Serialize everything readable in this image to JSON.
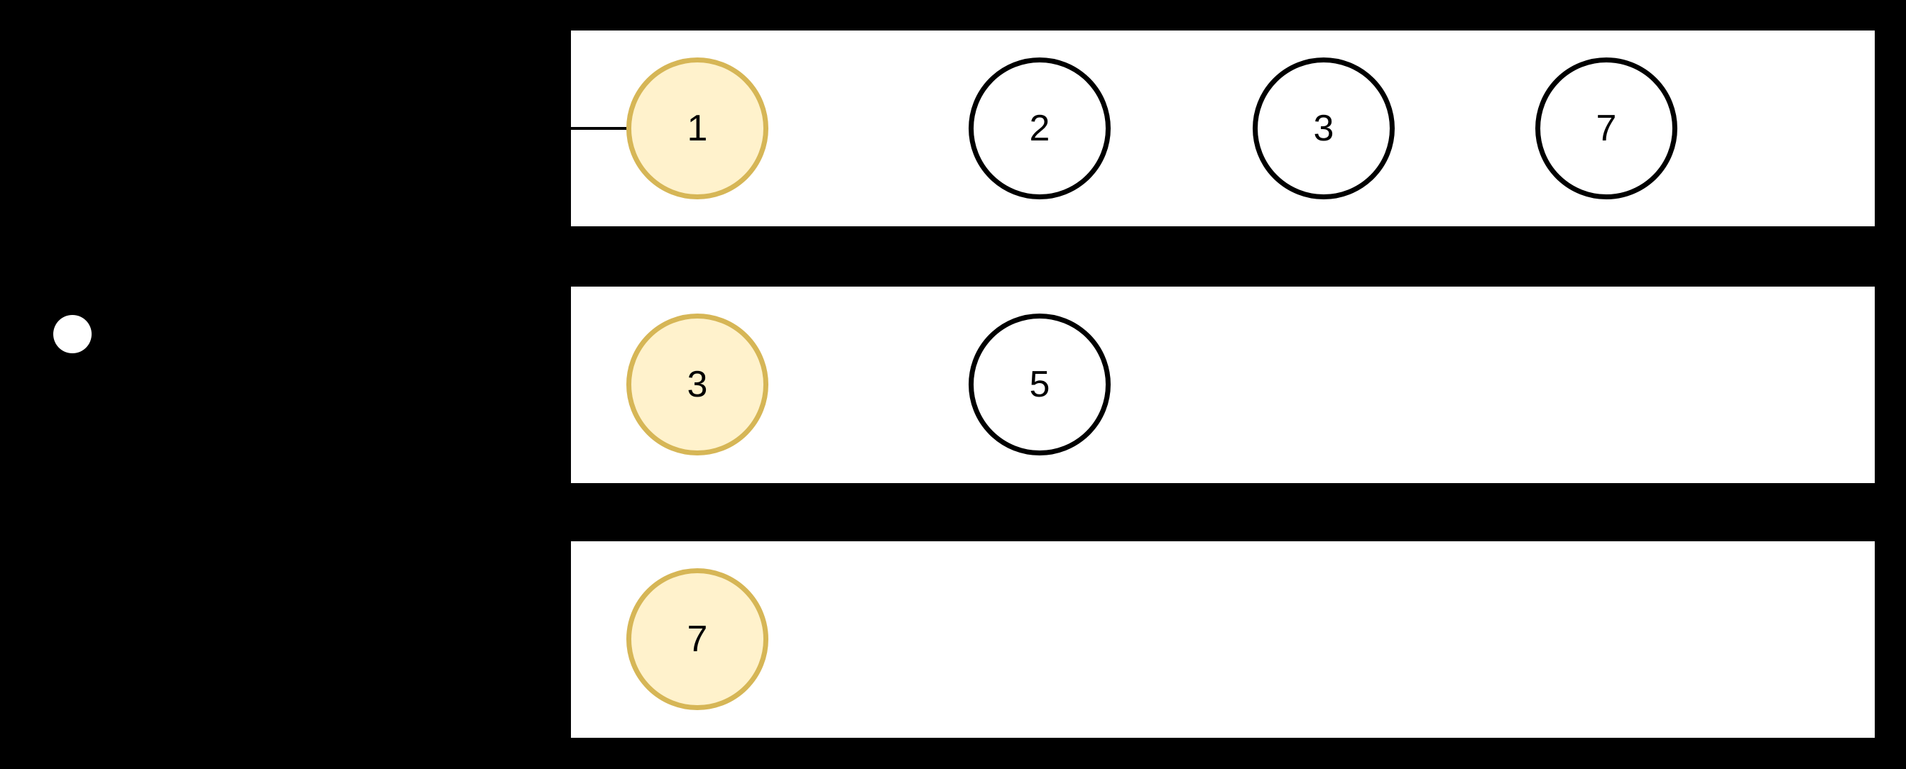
{
  "diagram": {
    "description": "Three stacked white list rows on black background with numbered circular nodes; first node of each row is highlighted; a pointer dot sits at the far left and a short edge line enters row 1 toward node 1",
    "colors": {
      "background": "#000000",
      "row_fill": "#ffffff",
      "node_fill": "#ffffff",
      "node_stroke": "#000000",
      "highlight_fill": "#FFF2CC",
      "highlight_stroke": "#D6B656",
      "pointer_dot": "#ffffff",
      "edge_line": "#000000",
      "node_text": "#000000"
    },
    "lists": [
      {
        "id": "row-1",
        "has_incoming_edge": true,
        "nodes": [
          {
            "value": "1",
            "highlighted": true
          },
          {
            "value": "2",
            "highlighted": false
          },
          {
            "value": "3",
            "highlighted": false
          },
          {
            "value": "7",
            "highlighted": false
          }
        ]
      },
      {
        "id": "row-2",
        "has_incoming_edge": false,
        "nodes": [
          {
            "value": "3",
            "highlighted": true
          },
          {
            "value": "5",
            "highlighted": false
          }
        ]
      },
      {
        "id": "row-3",
        "has_incoming_edge": false,
        "nodes": [
          {
            "value": "7",
            "highlighted": true
          }
        ]
      }
    ]
  }
}
